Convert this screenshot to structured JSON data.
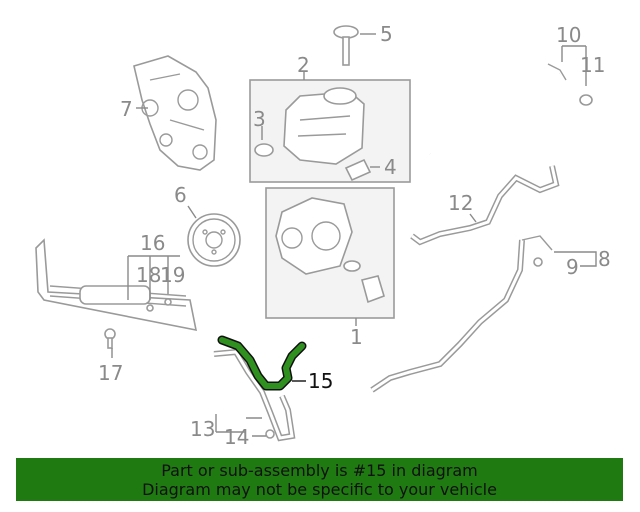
{
  "callouts": {
    "c1": "1",
    "c2": "2",
    "c3": "3",
    "c4": "4",
    "c5": "5",
    "c6": "6",
    "c7": "7",
    "c8": "8",
    "c9": "9",
    "c10": "10",
    "c11": "11",
    "c12": "12",
    "c13": "13",
    "c14": "14",
    "c15": "15",
    "c16": "16",
    "c17": "17",
    "c18": "18",
    "c19": "19"
  },
  "highlight": {
    "part_number": "15",
    "color": "#207a12"
  },
  "banner": {
    "line1": "Part or sub-assembly is #15 in diagram",
    "line2": "Diagram may not be specific to your vehicle",
    "background": "#207a12"
  }
}
